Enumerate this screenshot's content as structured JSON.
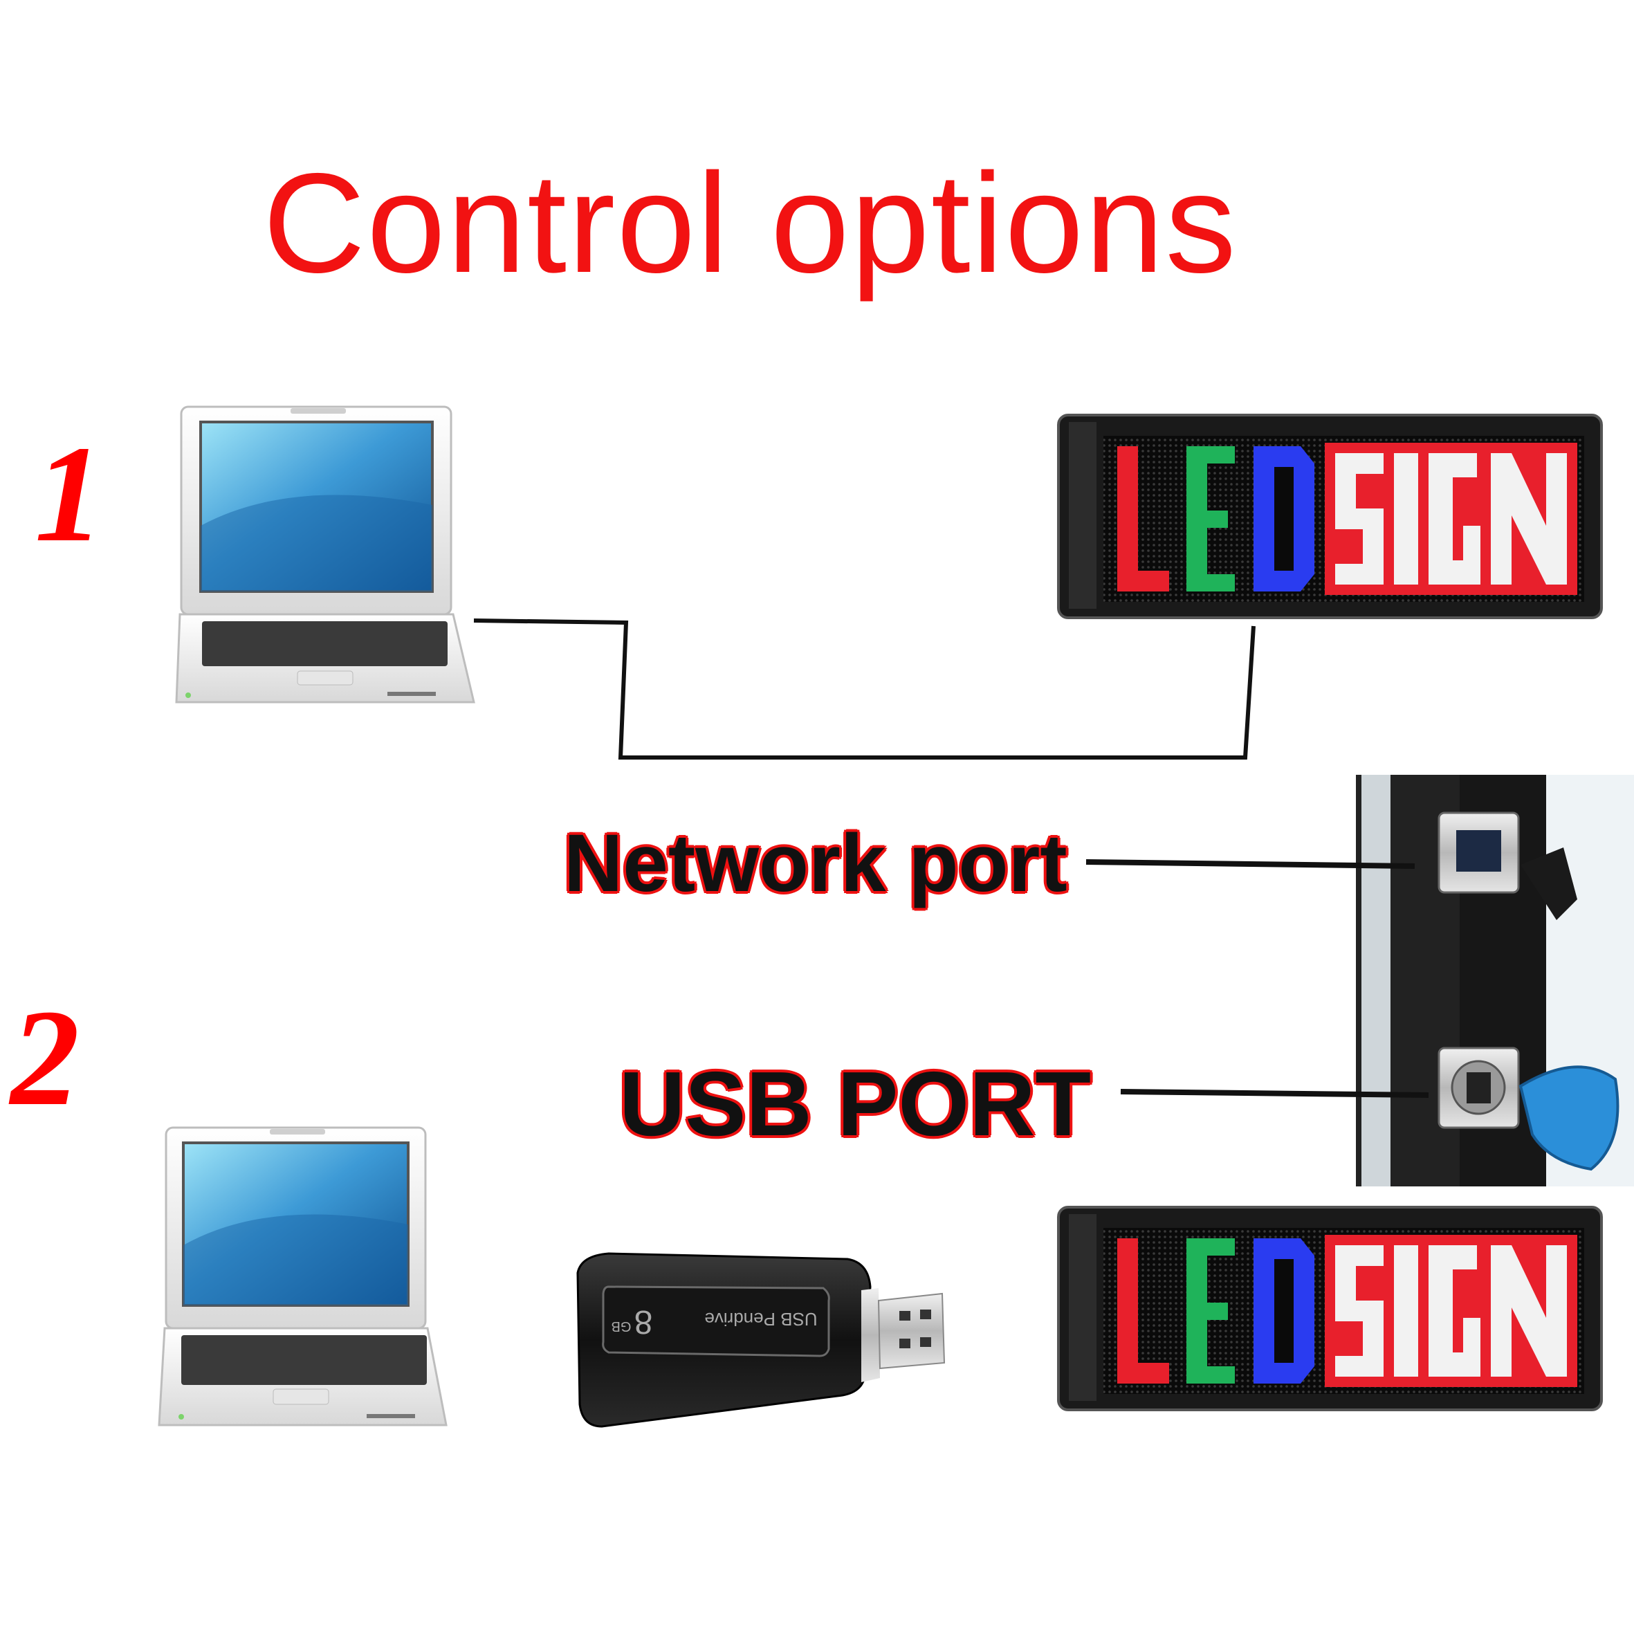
{
  "title": "Control options",
  "options": [
    {
      "number": "1"
    },
    {
      "number": "2"
    }
  ],
  "ports": {
    "network_label": "Network port",
    "usb_label": "USB PORT"
  },
  "sign_text": {
    "letters": [
      "L",
      "E",
      "D",
      "S",
      "I",
      "G",
      "N"
    ]
  },
  "usb_drive": {
    "label": "USB Pendrive",
    "capacity": "8",
    "unit": "GB"
  },
  "colors": {
    "title": "#f21212",
    "number": "#ff0000",
    "led_red": "#e8202c",
    "led_green": "#1fb35a",
    "led_blue": "#2a3cf0",
    "led_white": "#f2f2f2"
  }
}
